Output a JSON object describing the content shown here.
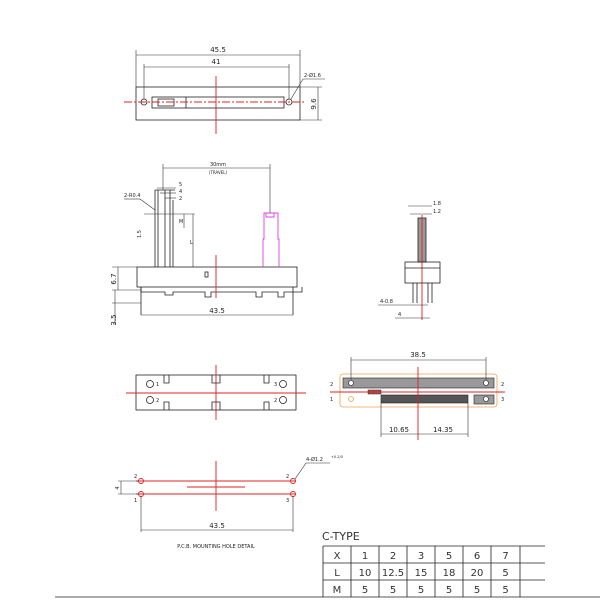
{
  "top_view": {
    "overall_length": "45.5",
    "hole_spacing": "41",
    "hole_note": "2-Ø1.6",
    "width": "9.6"
  },
  "side_view": {
    "travel": "30mm",
    "travel_note": "(TRAVEL)",
    "radius_note": "2-R0.4",
    "dim_a": "5",
    "dim_b": "4",
    "dim_c": "2",
    "dim_m": "M",
    "dim_l": "L",
    "dim_h1": "1.5",
    "body_height": "6.7",
    "pin_length": "3.5",
    "pin_span": "43.5"
  },
  "end_view": {
    "knob_width": "1.8",
    "knob_inner": "1.2",
    "pin_note": "4-0.8",
    "pin_spacing": "4"
  },
  "bottom_view": {
    "pin_labels": [
      "1",
      "2",
      "3",
      "2"
    ]
  },
  "layout_view": {
    "pitch": "38.5",
    "left": "10.65",
    "right": "14.35",
    "pin_labels": [
      "2",
      "1",
      "2",
      "3"
    ]
  },
  "pcb": {
    "hole_note": "4-Ø1.2",
    "tolerance": "+0.2/0",
    "row_spacing": "4",
    "span": "43.5",
    "caption": "P.C.B. MOUNTING HOLE DETAIL",
    "pin_labels": [
      "2",
      "1",
      "2",
      "3"
    ]
  },
  "table": {
    "title": "C-TYPE",
    "rows": [
      [
        "X",
        "1",
        "2",
        "3",
        "5",
        "6",
        "7"
      ],
      [
        "L",
        "10",
        "12.5",
        "15",
        "18",
        "20",
        "5"
      ],
      [
        "M",
        "5",
        "5",
        "5",
        "5",
        "5",
        "5"
      ]
    ]
  },
  "colors": {
    "centerline": "#e02020",
    "slider": "#e040e0",
    "outline": "#f0a050"
  }
}
